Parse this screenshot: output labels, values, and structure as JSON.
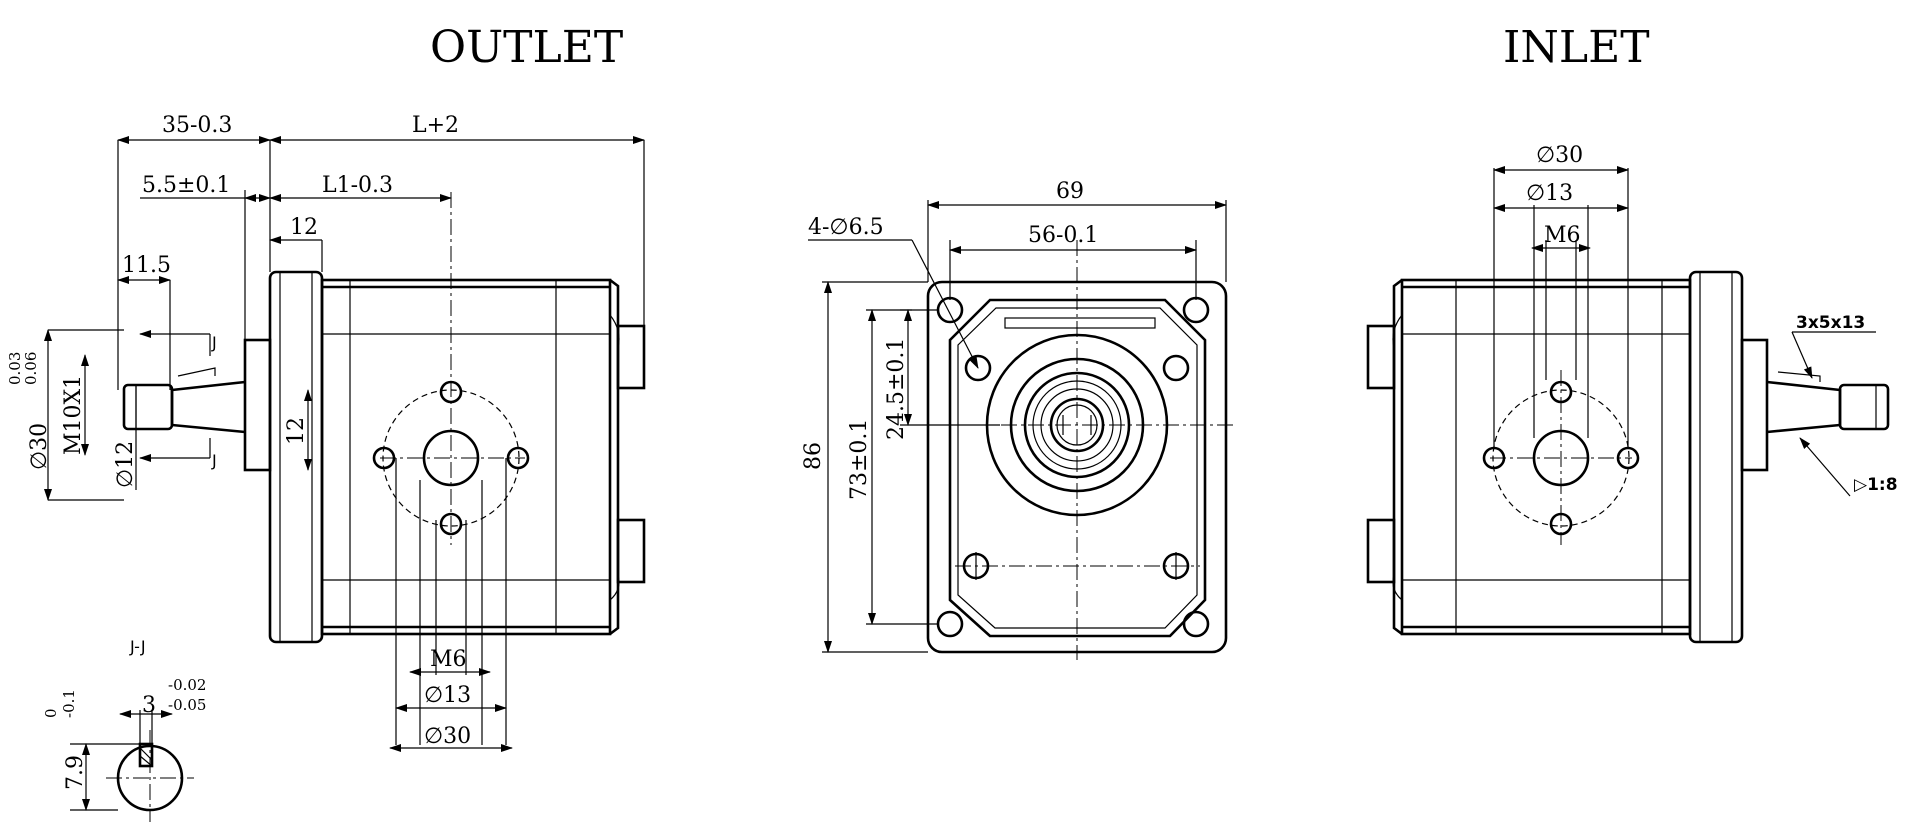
{
  "titles": {
    "outlet": "OUTLET",
    "inlet": "INLET"
  },
  "outlet_view": {
    "dim_35": "35-0.3",
    "dim_L": "L+2",
    "dim_5_5": "5.5±0.1",
    "dim_L1": "L1-0.3",
    "dim_12_top": "12",
    "dim_11_5": "11.5",
    "dim_12_side": "12",
    "tol_upper": "0.03",
    "tol_lower": "0.06",
    "dim_phi30_shaft": "∅30",
    "dim_m10": "M10X1",
    "dim_phi12": "∅12",
    "section_mark_top": "J",
    "section_mark_bottom": "J",
    "dim_m6": "M6",
    "dim_phi13": "∅13",
    "dim_phi30_bottom": "∅30"
  },
  "section_view": {
    "title": "J-J",
    "tol_0": "0",
    "tol_minus": "-0.1",
    "dim_3": "3",
    "tol_3_upper": "-0.02",
    "tol_3_lower": "-0.05",
    "dim_7_9": "7.9"
  },
  "front_view": {
    "dim_69": "69",
    "dim_holes": "4-∅6.5",
    "dim_56": "56-0.1",
    "dim_86": "86",
    "dim_73": "73±0.1",
    "dim_24_5": "24.5±0.1"
  },
  "inlet_view": {
    "dim_phi30": "∅30",
    "dim_phi13": "∅13",
    "dim_m6": "M6",
    "dim_key": "3x5x13",
    "dim_taper": "▷1:8"
  }
}
